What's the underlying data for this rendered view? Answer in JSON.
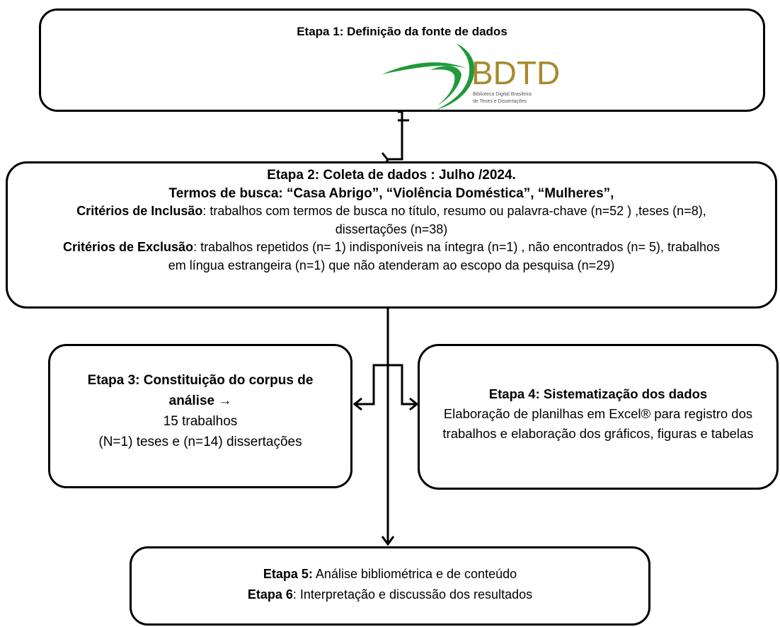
{
  "step1": {
    "title": "Etapa 1: Definição da fonte de dados",
    "logo": {
      "name": "BDTD",
      "line1": "Biblioteca Digital Brasileira",
      "line2": "de Teses e Dissertações",
      "colors": {
        "green": "#1f9a3a",
        "gold": "#a88a2c"
      }
    }
  },
  "step2": {
    "title": "Etapa 2:  Coleta de dados : Julho /2024.",
    "terms": "Termos de busca: “Casa Abrigo”, “Violência Doméstica”, “Mulheres”,",
    "inclusion_label": "Critérios de Inclusão",
    "inclusion_text": ":  trabalhos com termos de busca no título, resumo ou palavra-chave (n=52 ) ,teses  (n=8),",
    "inclusion_text2": "dissertações (n=38)",
    "exclusion_label": "Critérios de Exclusão",
    "exclusion_text": ": trabalhos repetidos (n= 1) indisponíveis na íntegra (n=1) , não encontrados (n= 5), trabalhos",
    "exclusion_text2": "em língua estrangeira (n=1) que não atenderam ao escopo da pesquisa (n=29)"
  },
  "step3": {
    "title_line1": "Etapa 3: Constituição do corpus de",
    "title_line2": "análise →",
    "count": "15 trabalhos",
    "detail": "(N=1) teses e (n=14) dissertações"
  },
  "step4": {
    "title": "Etapa 4: Sistematização dos dados",
    "line1": "Elaboração de planilhas em Excel® para registro dos",
    "line2": "trabalhos e elaboração dos gráficos, figuras e tabelas"
  },
  "step5": {
    "label5": "Etapa 5:",
    "text5": "  Análise  bibliométrica e de conteúdo",
    "label6": "Etapa 6",
    "text6": ": Interpretação e discussão dos resultados"
  }
}
